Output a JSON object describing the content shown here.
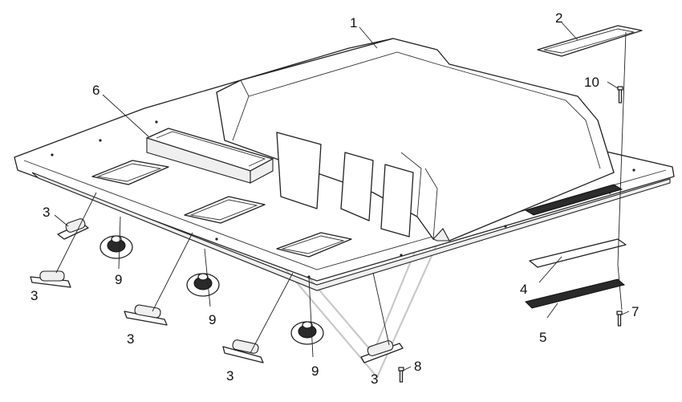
{
  "callouts": {
    "c1": "1",
    "c2": "2",
    "c3a": "3",
    "c3b": "3",
    "c3c": "3",
    "c3d": "3",
    "c3e": "3",
    "c4": "4",
    "c5": "5",
    "c6": "6",
    "c7": "7",
    "c8": "8",
    "c9a": "9",
    "c9b": "9",
    "c9c": "9",
    "c10": "10"
  }
}
